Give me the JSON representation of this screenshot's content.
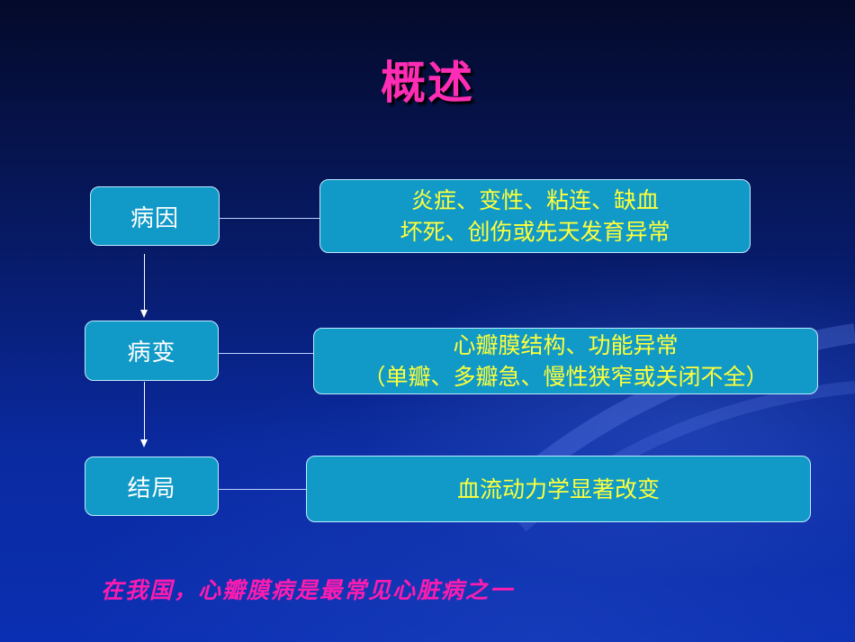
{
  "title": "概述",
  "flow": [
    {
      "label": "病因",
      "detail": [
        "炎症、变性、粘连、缺血",
        "坏死、创伤或先天发育异常"
      ]
    },
    {
      "label": "病变",
      "detail": [
        "心瓣膜结构、功能异常",
        "（单瓣、多瓣急、慢性狭窄或关闭不全）"
      ]
    },
    {
      "label": "结局",
      "detail": [
        "血流动力学显著改变"
      ]
    }
  ],
  "footer": "在我国，心瓣膜病是最常见心脏病之一",
  "colors": {
    "title": "#ff2db6",
    "box_fill": "#119ac7",
    "detail_text": "#ffff3a",
    "footer": "#ff1bb0"
  }
}
